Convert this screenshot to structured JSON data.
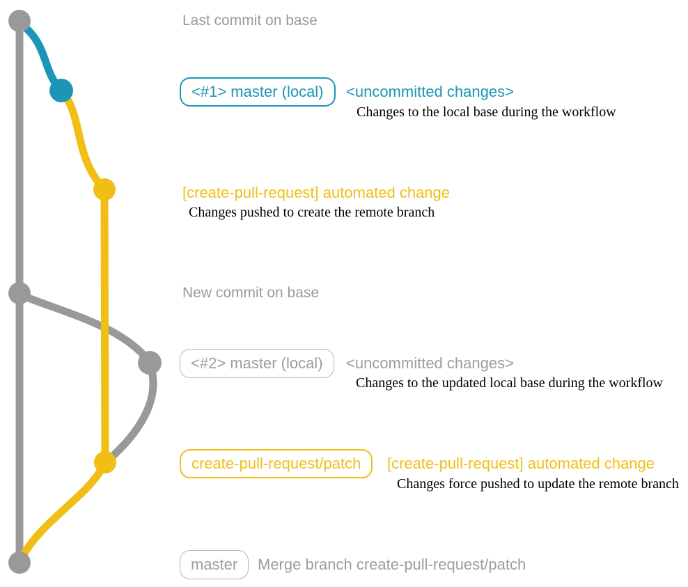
{
  "colors": {
    "teal": "#1b96b5",
    "yellow": "#f0be15",
    "gray": "#999999",
    "gray_text": "#9d9d9d",
    "desc_text": "#000000",
    "background": "#ffffff"
  },
  "captions": {
    "last_commit": "Last commit on base",
    "new_commit": "New commit on base"
  },
  "rows": {
    "r1": {
      "badge": "<#1> master (local)",
      "title": "<uncommitted changes>",
      "desc": "Changes to the local base during the workflow"
    },
    "r2": {
      "title": "[create-pull-request] automated change",
      "desc": "Changes pushed to create the remote branch"
    },
    "r3": {
      "badge": "<#2> master (local)",
      "title": "<uncommitted changes>",
      "desc": "Changes to the updated local base during the workflow"
    },
    "r4": {
      "badge": "create-pull-request/patch",
      "title": "[create-pull-request] automated change",
      "desc": "Changes force pushed to update the remote branch"
    },
    "r5": {
      "badge": "master",
      "title": "Merge branch create-pull-request/patch"
    }
  },
  "graph": {
    "branches": [
      "base (master)",
      "master (local)",
      "create-pull-request/patch"
    ],
    "commit_dots": [
      {
        "name": "last-commit-on-base",
        "color": "#999999"
      },
      {
        "name": "master-local-1",
        "color": "#1b96b5"
      },
      {
        "name": "create-pull-request-commit-1",
        "color": "#f0be15"
      },
      {
        "name": "new-commit-on-base",
        "color": "#999999"
      },
      {
        "name": "master-local-2",
        "color": "#999999"
      },
      {
        "name": "create-pull-request-commit-2",
        "color": "#f0be15"
      },
      {
        "name": "merge-commit",
        "color": "#999999"
      }
    ]
  }
}
